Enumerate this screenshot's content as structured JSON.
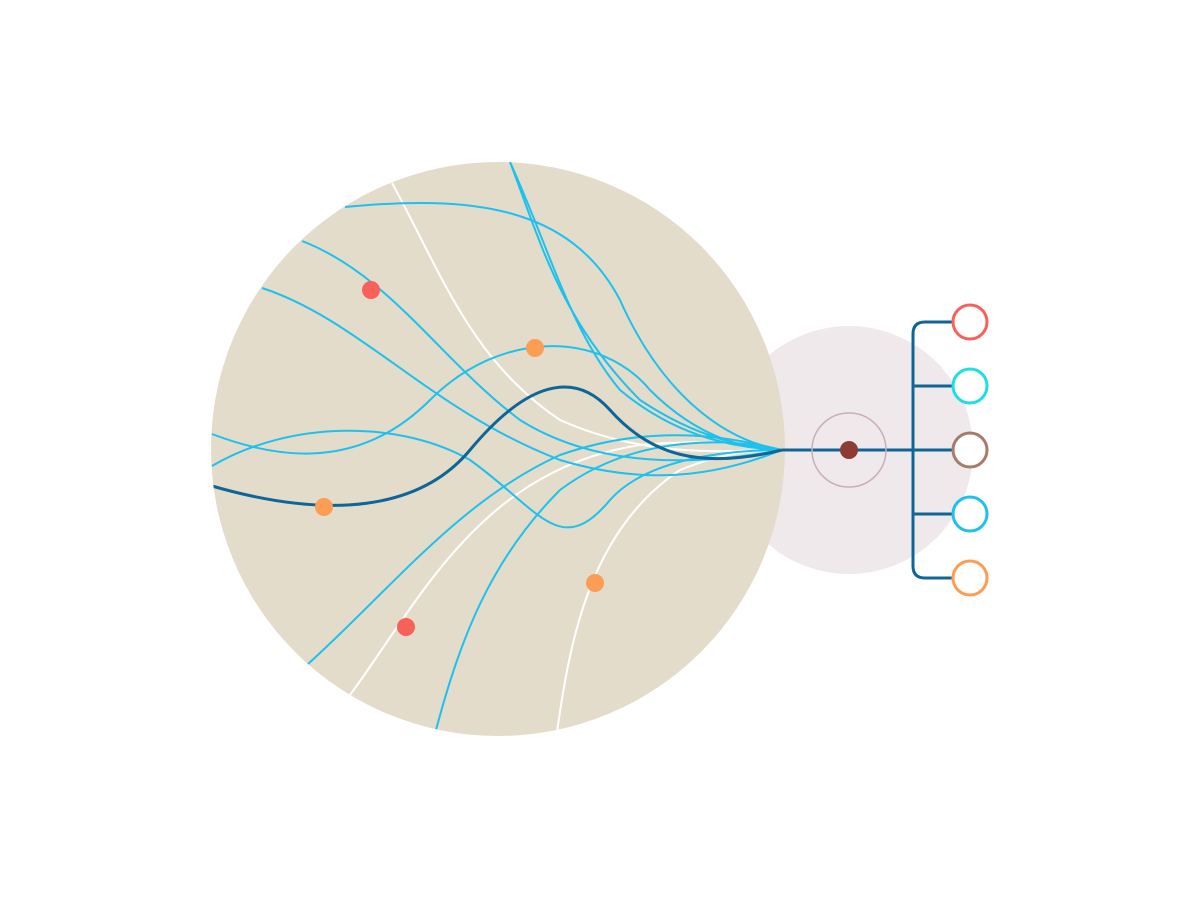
{
  "palette": {
    "background": "#ffffff",
    "main_disc": "#e4dccb",
    "secondary_disc": "#efe9ec",
    "light_blue": "#1ec0ee",
    "dark_blue": "#0e6597",
    "white_line": "#ffffff",
    "red": "#f8605a",
    "orange": "#fb9d52",
    "brown": "#a87a6a",
    "hub_dot": "#8b3d33",
    "hub_ring": "#c9aeb6",
    "cyan": "#1fdde6"
  },
  "hub": {
    "icon": "convergence-node-icon"
  },
  "outputs": [
    {
      "name": "output-node-red",
      "color": "#f8605a"
    },
    {
      "name": "output-node-cyan",
      "color": "#1fdde6"
    },
    {
      "name": "output-node-brown",
      "color": "#a87a6a"
    },
    {
      "name": "output-node-blue",
      "color": "#1ec0ee"
    },
    {
      "name": "output-node-orange",
      "color": "#fb9d52"
    }
  ],
  "markers": [
    {
      "name": "marker-red",
      "color": "#f8605a"
    },
    {
      "name": "marker-orange",
      "color": "#fb9d52"
    },
    {
      "name": "marker-orange",
      "color": "#fb9d52"
    },
    {
      "name": "marker-red",
      "color": "#f8605a"
    },
    {
      "name": "marker-orange",
      "color": "#fb9d52"
    }
  ]
}
